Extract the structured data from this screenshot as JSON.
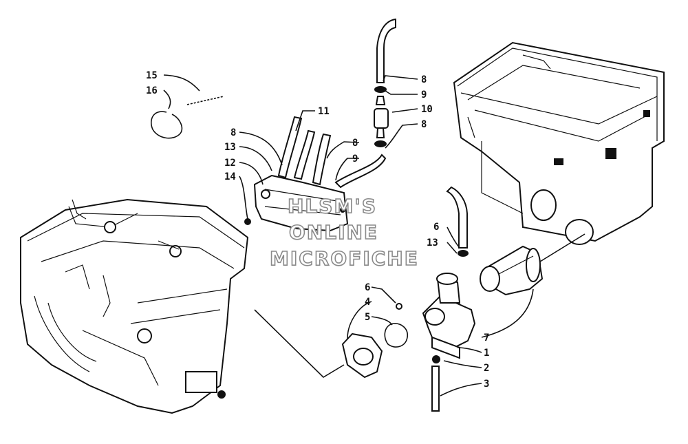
{
  "watermark": {
    "line1": "HLSM'S",
    "line2": "ONLINE",
    "line3": "MICROFICHE"
  },
  "callouts": [
    {
      "id": "c15",
      "text": "15"
    },
    {
      "id": "c16",
      "text": "16"
    },
    {
      "id": "c11",
      "text": "11"
    },
    {
      "id": "c8a",
      "text": "8"
    },
    {
      "id": "c13a",
      "text": "13"
    },
    {
      "id": "c12",
      "text": "12"
    },
    {
      "id": "c14",
      "text": "14"
    },
    {
      "id": "c8b",
      "text": "8"
    },
    {
      "id": "c9a",
      "text": "9"
    },
    {
      "id": "c8c",
      "text": "8"
    },
    {
      "id": "c9b",
      "text": "9"
    },
    {
      "id": "c10",
      "text": "10"
    },
    {
      "id": "c8d",
      "text": "8"
    },
    {
      "id": "c6a",
      "text": "6"
    },
    {
      "id": "c13b",
      "text": "13"
    },
    {
      "id": "c6b",
      "text": "6"
    },
    {
      "id": "c4",
      "text": "4"
    },
    {
      "id": "c5",
      "text": "5"
    },
    {
      "id": "c7",
      "text": "7"
    },
    {
      "id": "c1",
      "text": "1"
    },
    {
      "id": "c2",
      "text": "2"
    },
    {
      "id": "c3",
      "text": "3"
    }
  ]
}
